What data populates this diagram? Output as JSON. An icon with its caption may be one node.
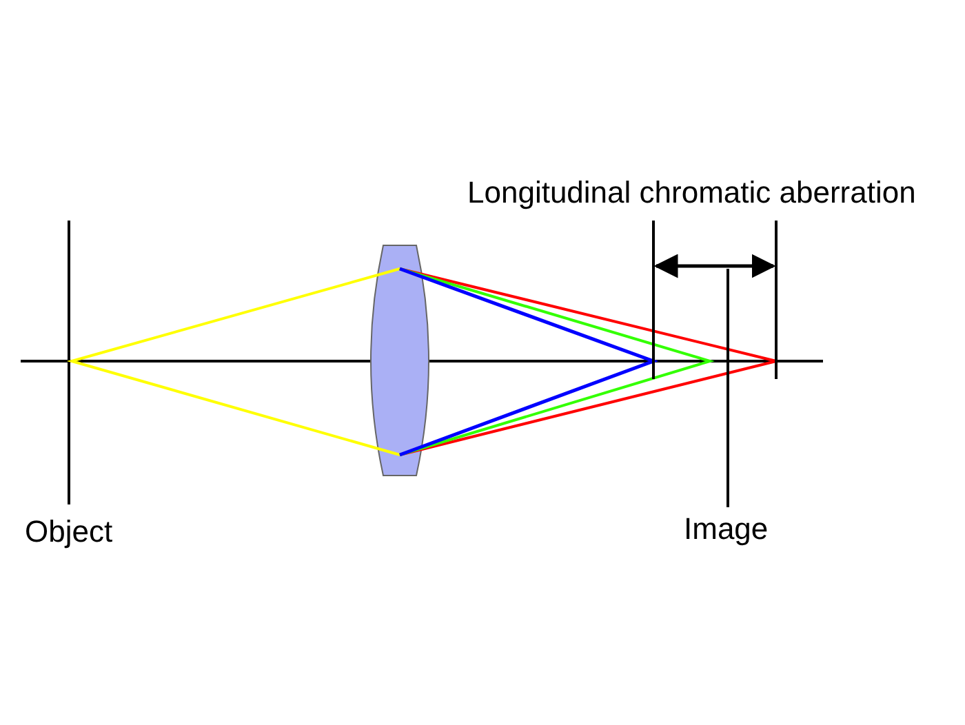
{
  "diagram": {
    "labels": [
      "Longitudinal chromatic aberration",
      "Object",
      "Image"
    ]
  }
}
